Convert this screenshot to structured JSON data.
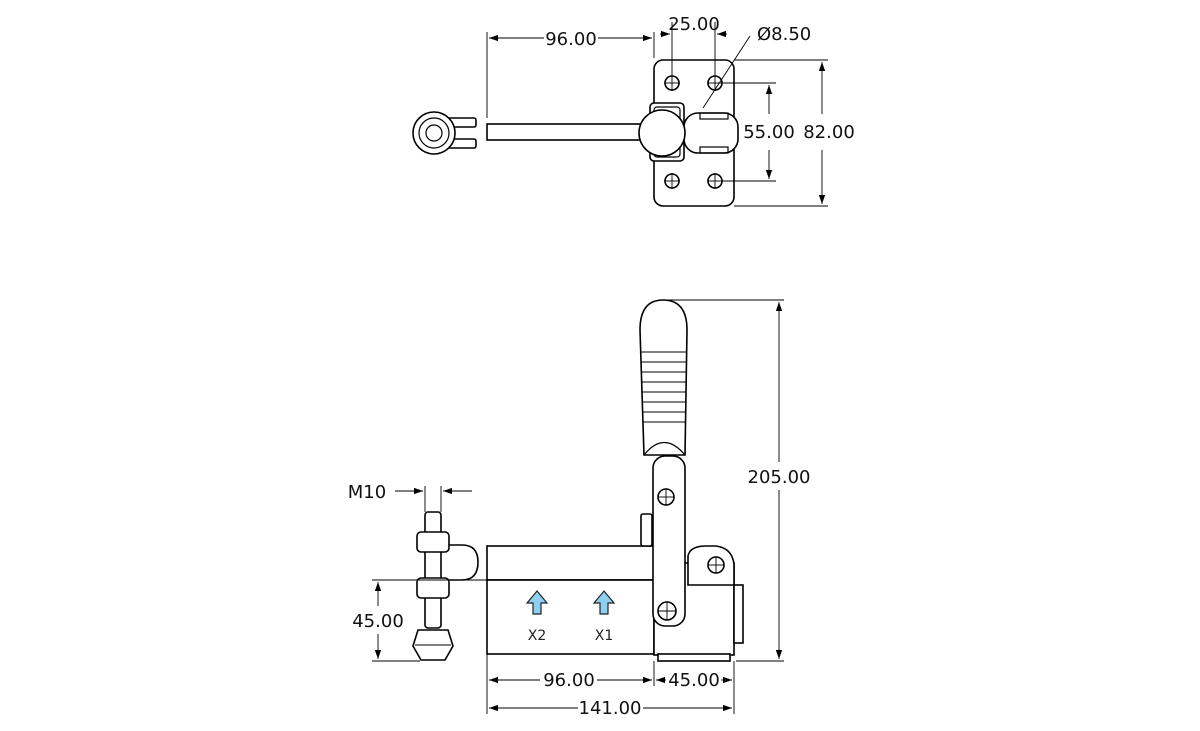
{
  "dimensions": {
    "top_lever_length": "96.00",
    "hole_spacing_x": "25.00",
    "hole_diameter": "Ø8.50",
    "hole_spacing_y": "55.00",
    "base_height": "82.00",
    "thread": "M10",
    "spindle_height": "45.00",
    "overall_height": "205.00",
    "arm_length": "96.00",
    "base_length": "45.00",
    "overall_length": "141.00"
  },
  "labels": {
    "x2": "X2",
    "x1": "X1"
  },
  "colors": {
    "arrow_fill": "#8fd0f0",
    "line": "#000000"
  }
}
